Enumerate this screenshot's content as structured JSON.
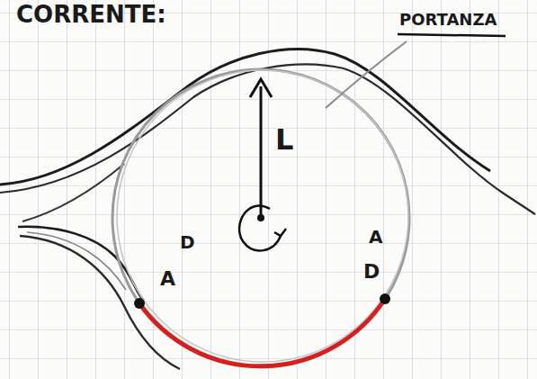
{
  "diagram": {
    "labels": [
      "CORRENTE:",
      "PORTANZA",
      "L",
      "D",
      "A",
      "A",
      "D"
    ]
  }
}
